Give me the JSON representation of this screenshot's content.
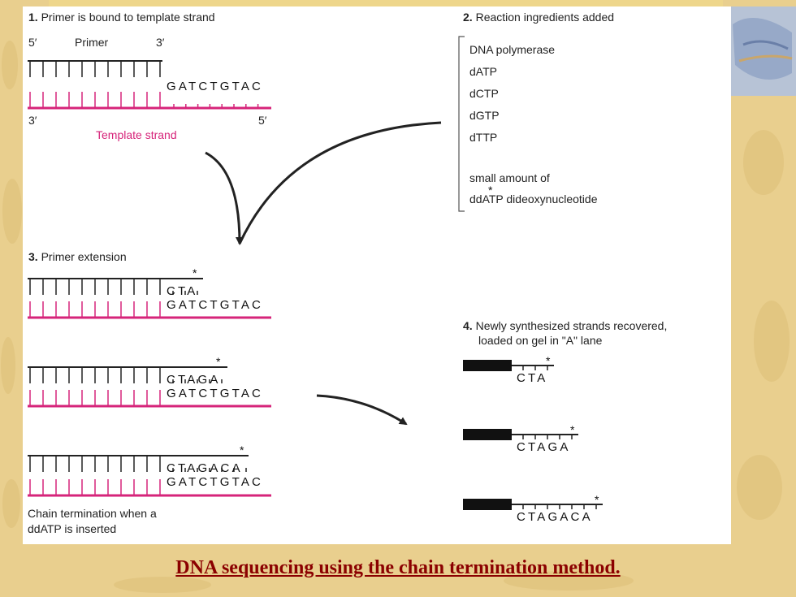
{
  "colors": {
    "template_strand": "#d6247a",
    "primer_strand": "#222222",
    "caption": "#8b0000"
  },
  "step1": {
    "number": "1.",
    "title": "Primer is bound to template strand",
    "five_prime_top": "5′",
    "primer_label": "Primer",
    "three_prime_top": "3′",
    "template_sequence": "GATCTGTAC",
    "three_prime_bottom": "3′",
    "five_prime_bottom": "5′",
    "template_label": "Template strand"
  },
  "step2": {
    "number": "2.",
    "title": "Reaction ingredients added",
    "ingredients": [
      "DNA polymerase",
      "dATP",
      "dCTP",
      "dGTP",
      "dTTP"
    ],
    "note_line1": "small amount of",
    "note_line2": "ddATP dideoxynucleotide",
    "star": "*"
  },
  "step3": {
    "number": "3.",
    "title": "Primer extension",
    "products": [
      {
        "new_bases": "CTA",
        "template": "GATCTGTAC"
      },
      {
        "new_bases": "CTAGA",
        "template": "GATCTGTAC"
      },
      {
        "new_bases": "CTAGACA",
        "template": "GATCTGTAC"
      }
    ],
    "star": "*",
    "footer_line1": "Chain termination when a",
    "footer_line2": "ddATP is inserted"
  },
  "step4": {
    "number": "4.",
    "title_line1": "Newly synthesized strands recovered,",
    "title_line2": "loaded on gel in \"A\" lane",
    "fragments": [
      "CTA",
      "CTAGA",
      "CTAGACA"
    ],
    "star": "*"
  },
  "caption": "DNA sequencing using the chain termination method."
}
